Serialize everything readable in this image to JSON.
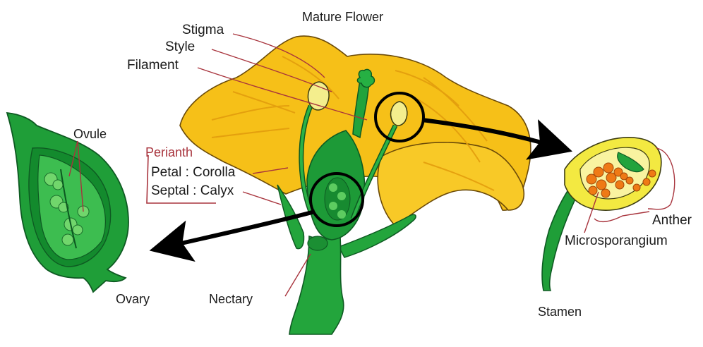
{
  "title": "Mature Flower",
  "labels": {
    "stigma": "Stigma",
    "style": "Style",
    "filament": "Filament",
    "ovule": "Ovule",
    "perianth": "Perianth",
    "petal": "Petal : Corolla",
    "septal": "Septal : Calyx",
    "ovary": "Ovary",
    "nectary": "Nectary",
    "anther": "Anther",
    "microsporangium": "Microsporangium",
    "stamen": "Stamen"
  },
  "colors": {
    "petal_yellow": "#f7c21a",
    "petal_shadow": "#e9a611",
    "green": "#1fa33a",
    "dark_green": "#12732a",
    "light_green": "#57c95d",
    "leader_red": "#a8343d",
    "pollen_orange": "#ef7a15"
  }
}
